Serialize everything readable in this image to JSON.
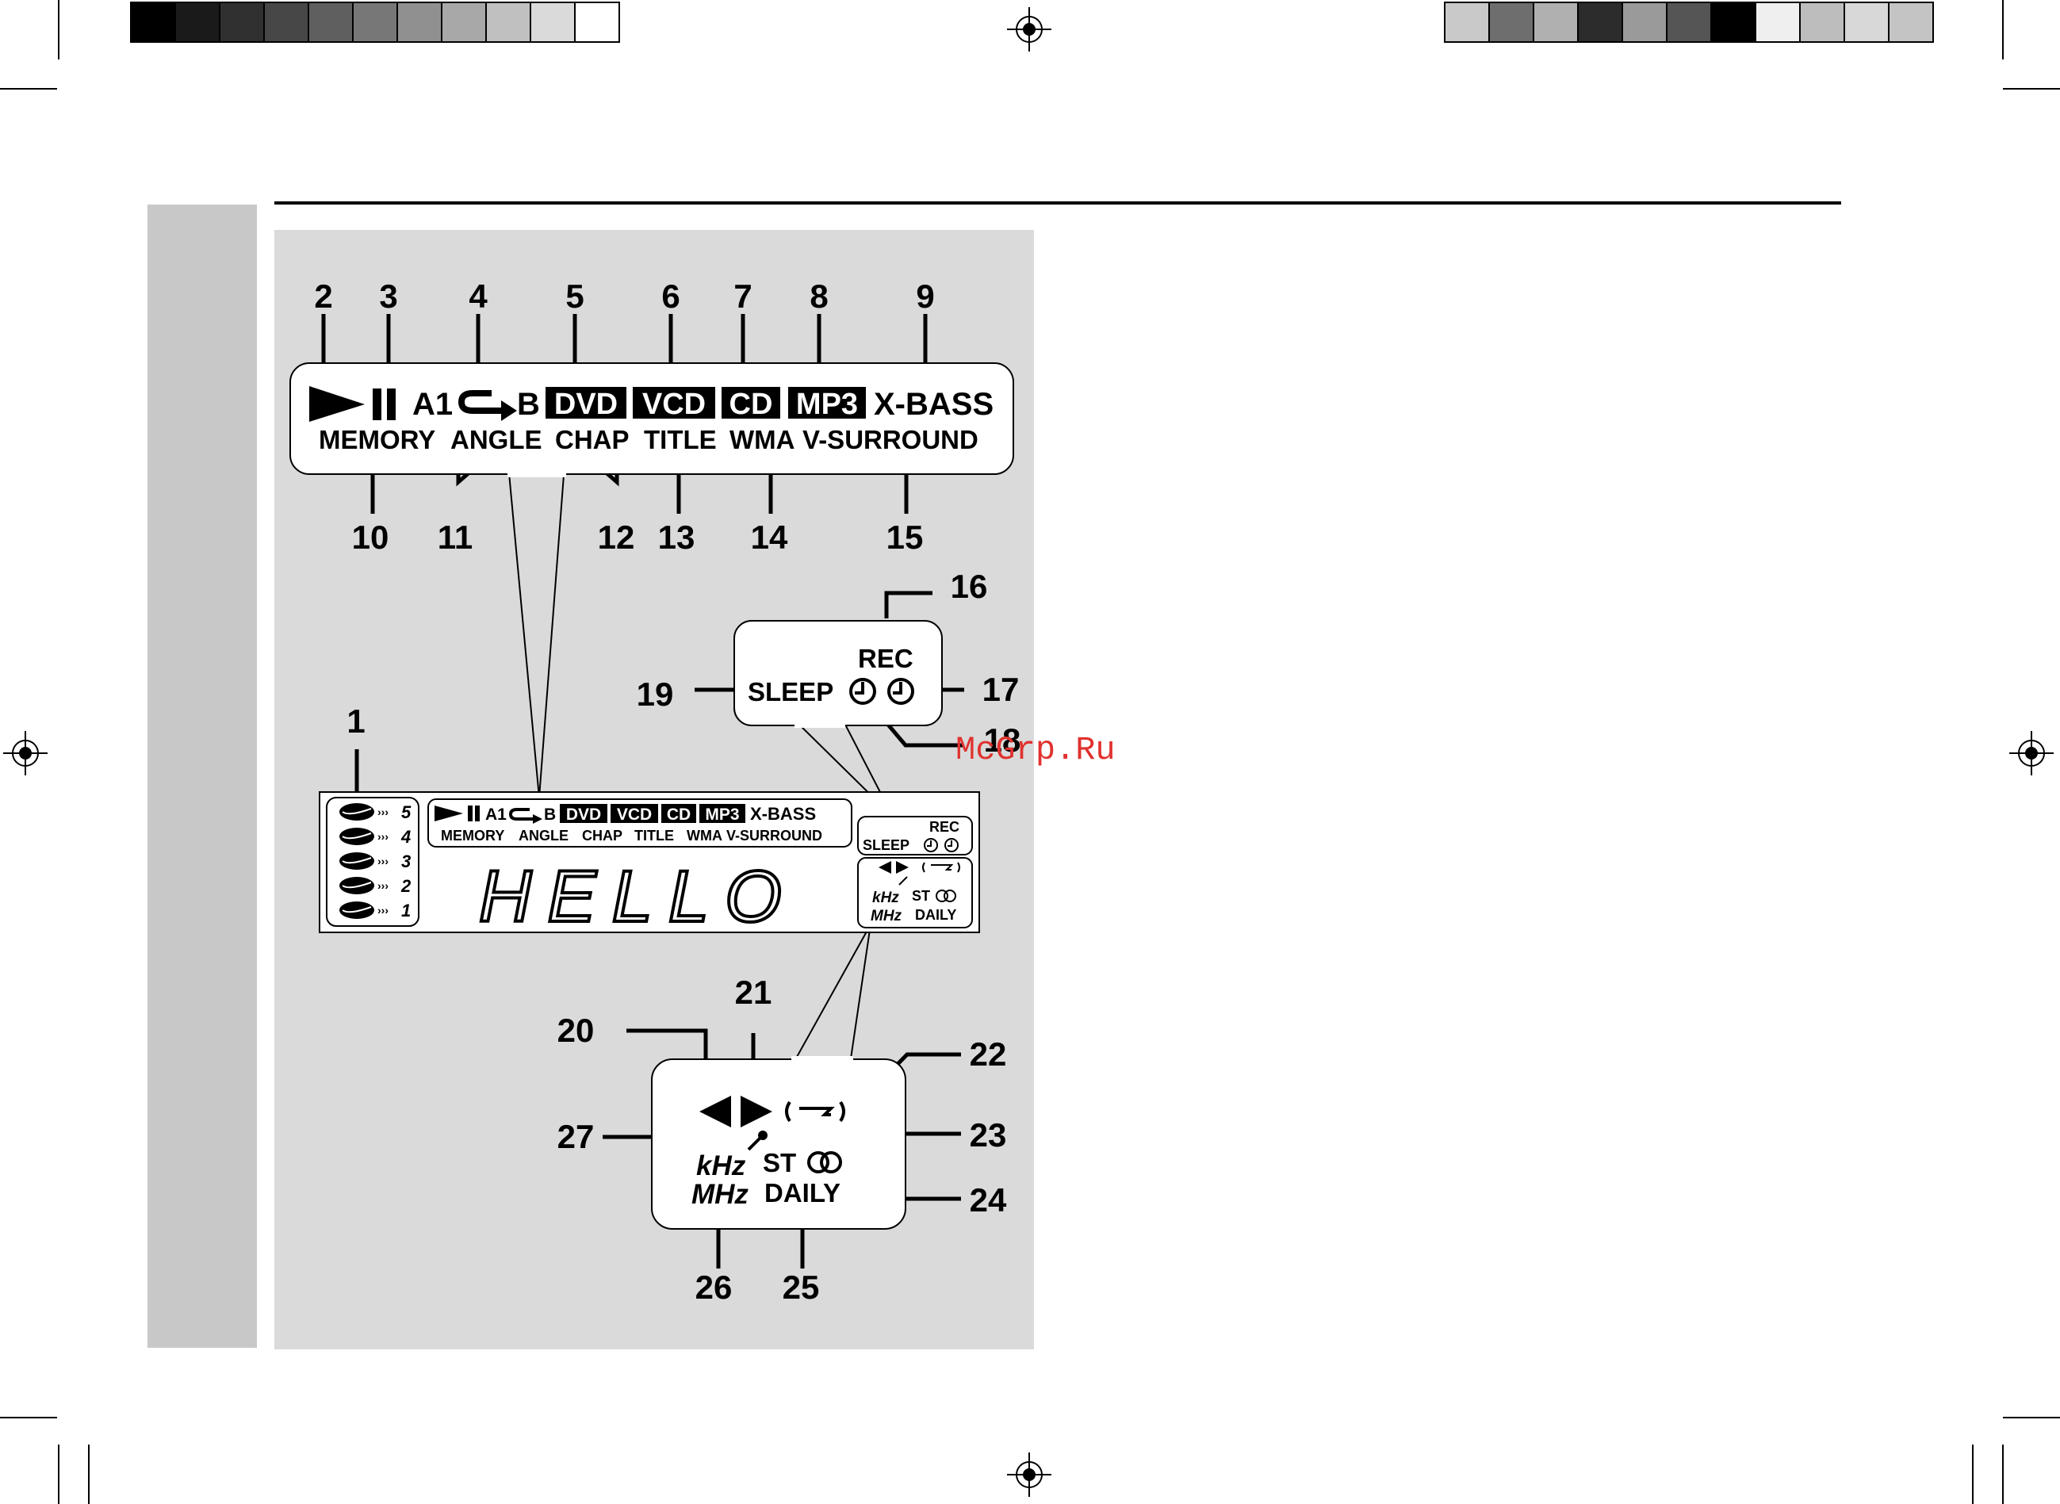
{
  "display": {
    "top_row": [
      "A1",
      "B",
      "DVD",
      "VCD",
      "CD",
      "MP3",
      "X-BASS"
    ],
    "second_row": [
      "MEMORY",
      "ANGLE",
      "CHAP",
      "TITLE",
      "WMA",
      "V-SURROUND"
    ],
    "discs": [
      "5",
      "4",
      "3",
      "2",
      "1"
    ],
    "message": "HELLO",
    "rec": "REC",
    "sleep": "SLEEP",
    "khz": "kHz",
    "mhz": "MHz",
    "st": "ST",
    "daily": "DAILY"
  },
  "callouts": [
    "1",
    "2",
    "3",
    "4",
    "5",
    "6",
    "7",
    "8",
    "9",
    "10",
    "11",
    "12",
    "13",
    "14",
    "15",
    "16",
    "17",
    "18",
    "19",
    "20",
    "21",
    "22",
    "23",
    "24",
    "25",
    "26",
    "27"
  ],
  "watermark": "McGrp.Ru",
  "icons": [
    "play-icon",
    "pause-icon",
    "repeat-arrow-icon",
    "clock-icon",
    "disc-icon",
    "stereo-icon",
    "tuned-icon",
    "rds-icon"
  ]
}
